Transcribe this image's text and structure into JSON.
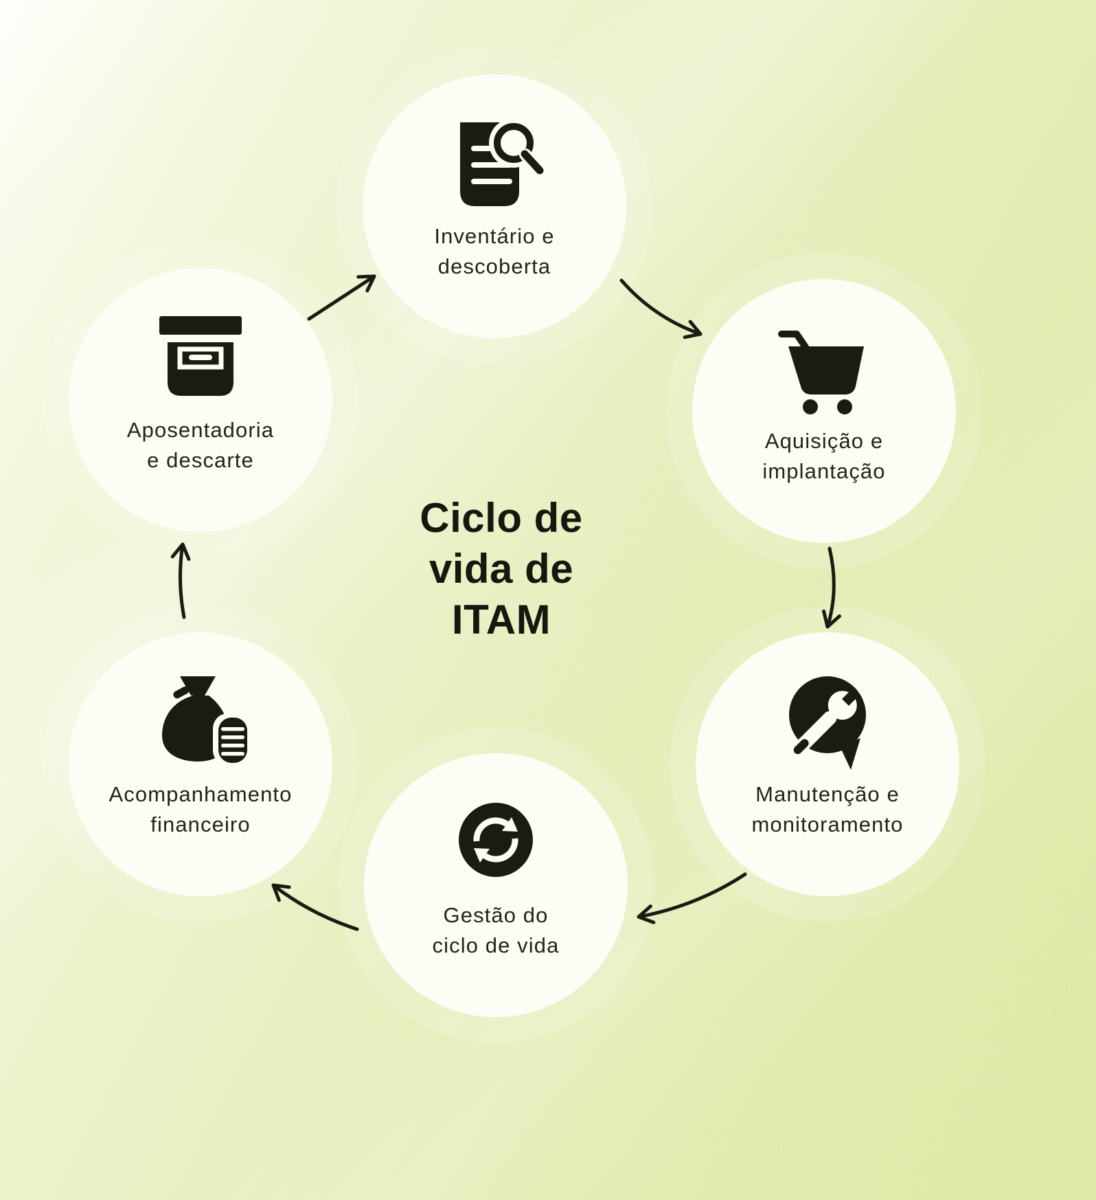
{
  "diagram": {
    "title": {
      "line1": "Ciclo de",
      "line2": "vida de",
      "line3": "ITAM"
    },
    "flow_direction": "clockwise",
    "nodes": [
      {
        "id": "inventory",
        "icon": "document-search-icon",
        "line1": "Inventário e",
        "line2": "descoberta"
      },
      {
        "id": "acquisition",
        "icon": "shopping-cart-icon",
        "line1": "Aquisição e",
        "line2": "implantação"
      },
      {
        "id": "maintenance",
        "icon": "wrench-chat-bubble-icon",
        "line1": "Manutenção e",
        "line2": "monitoramento"
      },
      {
        "id": "lifecycle",
        "icon": "sync-cycle-icon",
        "line1": "Gestão do",
        "line2": "ciclo de vida"
      },
      {
        "id": "financial",
        "icon": "money-bag-coins-icon",
        "line1": "Acompanhamento",
        "line2": "financeiro"
      },
      {
        "id": "retirement",
        "icon": "archive-box-icon",
        "line1": "Aposentadoria",
        "line2": "e descarte"
      }
    ],
    "colors": {
      "background_top_left": "#fbfcf2",
      "background_bottom_right": "#dde8a6",
      "node_fill": "#fdfdf6",
      "ink": "#1b1b12",
      "arrow": "#1b1b12"
    }
  }
}
